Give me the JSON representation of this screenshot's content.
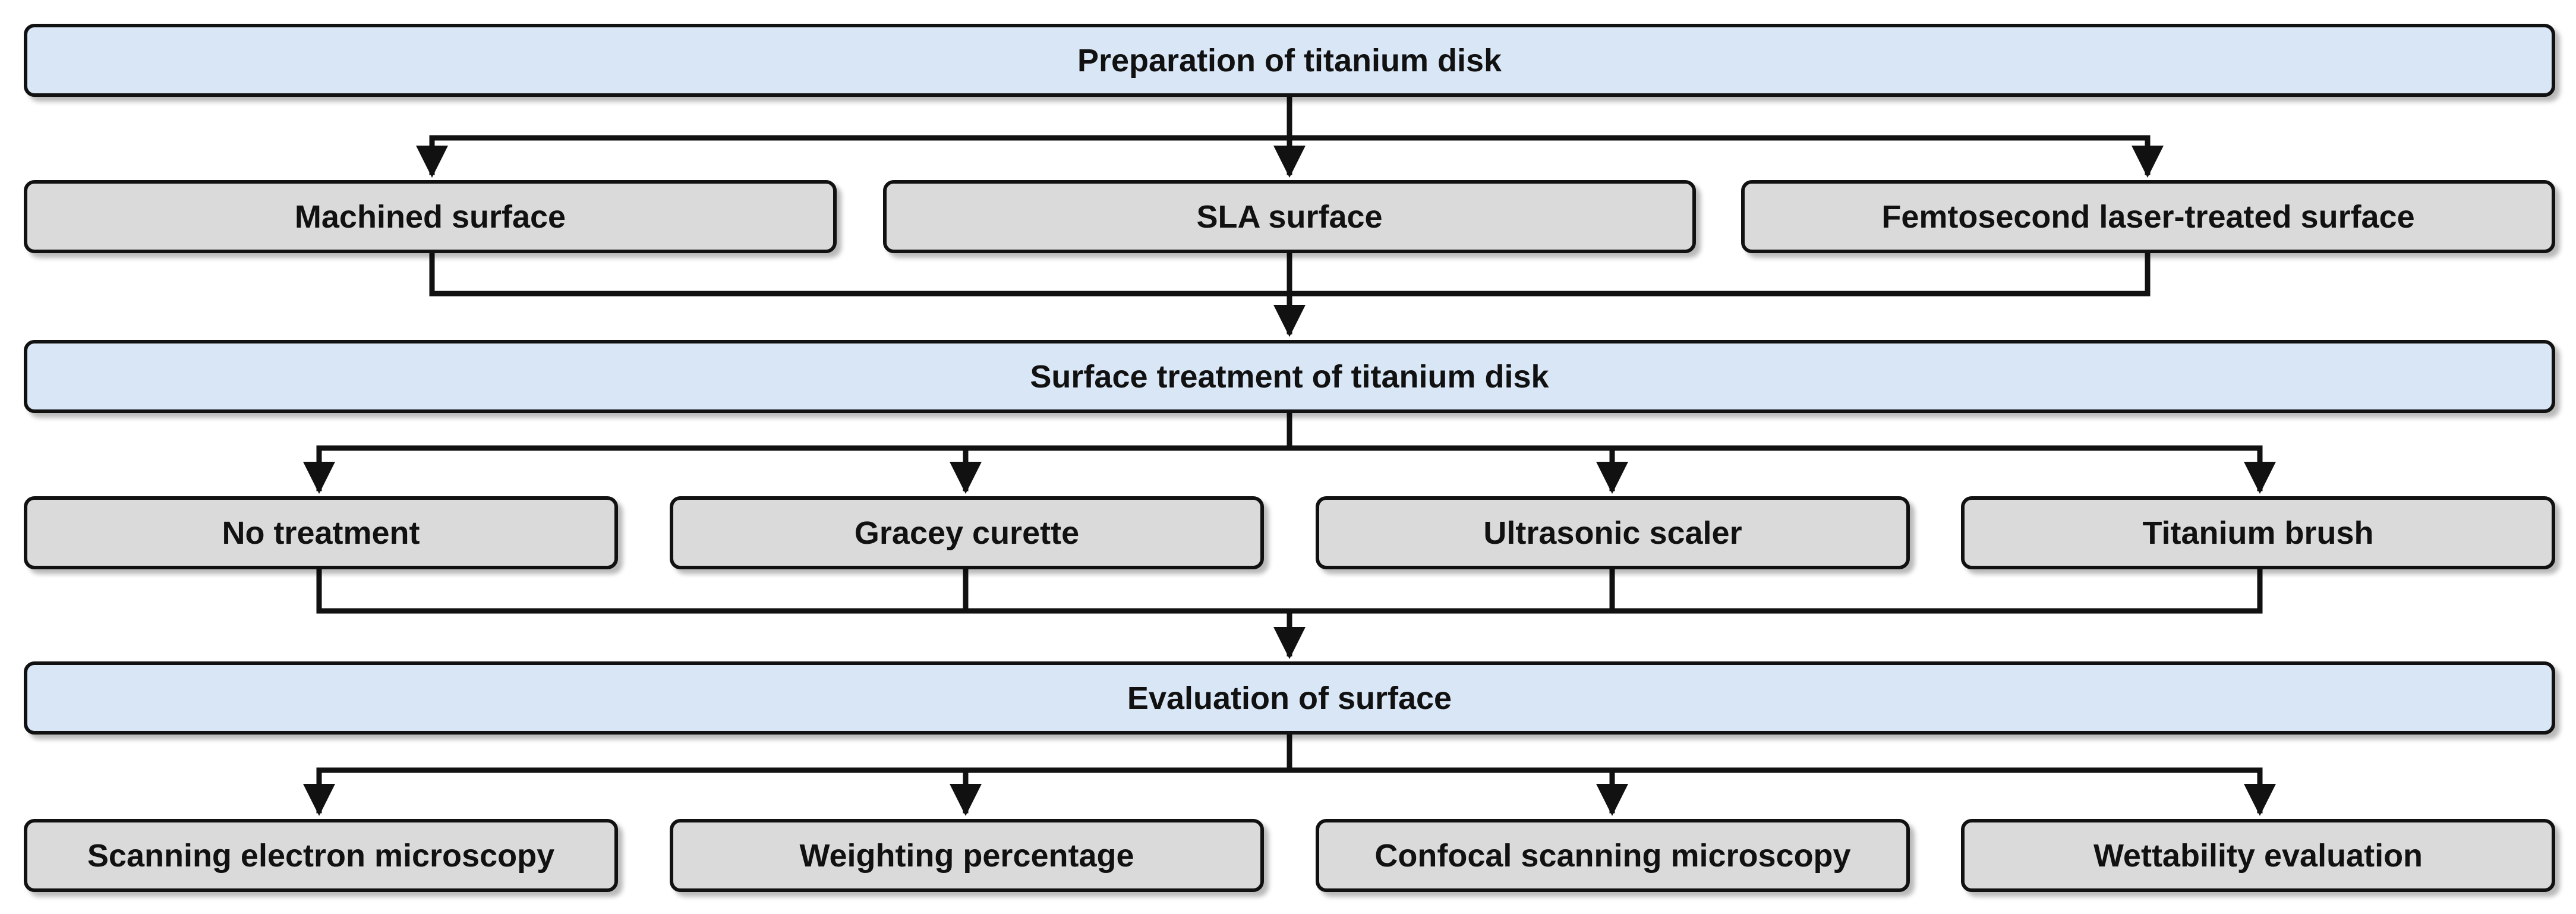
{
  "diagram": {
    "colors": {
      "stage_fill": "#d9e6f6",
      "item_fill": "#dadada",
      "line": "#111111"
    },
    "stages": [
      {
        "label": "Preparation of titanium disk",
        "items": [
          "Machined surface",
          "SLA surface",
          "Femtosecond laser-treated surface"
        ]
      },
      {
        "label": "Surface treatment of titanium disk",
        "items": [
          "No treatment",
          "Gracey curette",
          "Ultrasonic scaler",
          "Titanium brush"
        ]
      },
      {
        "label": "Evaluation of surface",
        "items": [
          "Scanning electron microscopy",
          "Weighting percentage",
          "Confocal scanning microscopy",
          "Wettability evaluation"
        ]
      }
    ]
  }
}
